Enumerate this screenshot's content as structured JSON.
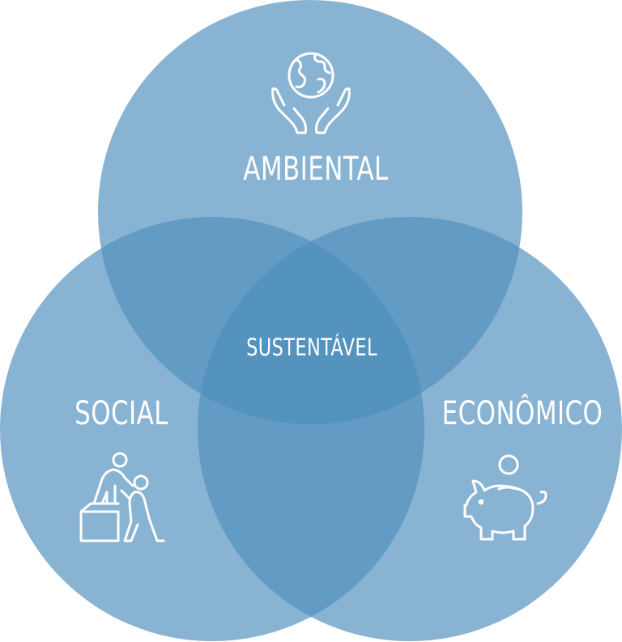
{
  "diagram": {
    "circles": {
      "ambiental": {
        "label": "AMBIENTAL",
        "icon": "globe-in-hands-icon"
      },
      "social": {
        "label": "SOCIAL",
        "icon": "helping-hand-climb-icon"
      },
      "economico": {
        "label": "ECONÔMICO",
        "icon": "piggy-bank-icon"
      }
    },
    "center": {
      "label": "SUSTENTÁVEL"
    }
  },
  "colors": {
    "circle_fill": "#4f8fbc",
    "circle_opacity": "0.68",
    "text": "#ffffff",
    "icon_stroke": "#ffffff"
  }
}
